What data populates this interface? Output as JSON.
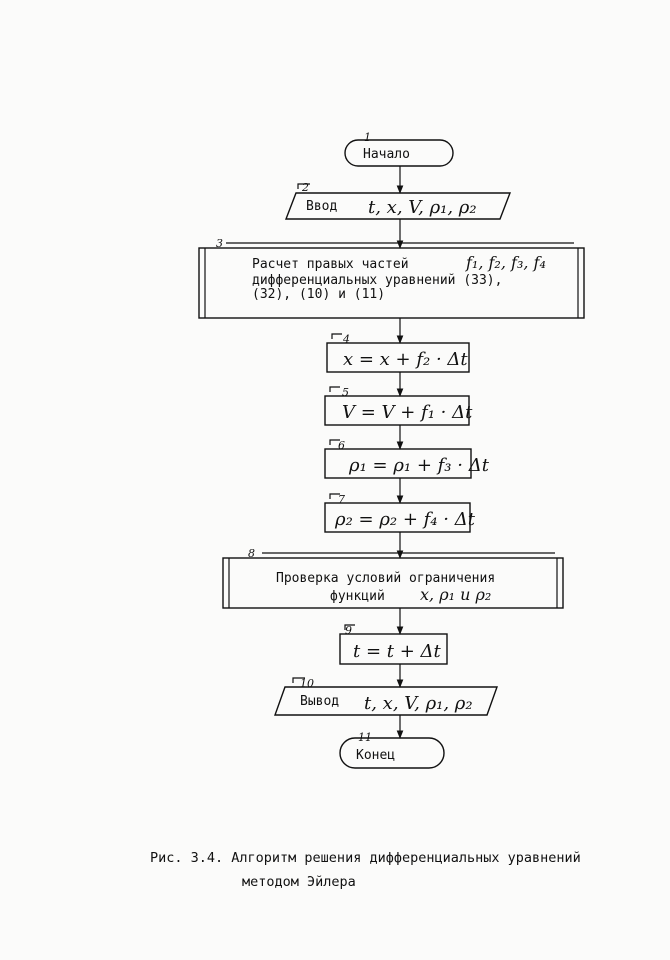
{
  "blocks": [
    {
      "num": "1",
      "text": "Начало"
    },
    {
      "num": "2",
      "label": "Ввод",
      "formula": "t, x, V, ρ₁, ρ₂"
    },
    {
      "num": "3",
      "line1": "Расчет правых частей",
      "formula": "f₁, f₂, f₃, f₄",
      "line2": "дифференциальных уравнений (33),",
      "line3": "(32), (10) и (11)"
    },
    {
      "num": "4",
      "formula": "x = x + f₂ · Δt"
    },
    {
      "num": "5",
      "formula": "V = V + f₁ · Δt"
    },
    {
      "num": "6",
      "formula": "ρ₁ = ρ₁ + f₃ · Δt"
    },
    {
      "num": "7",
      "formula": "ρ₂ = ρ₂ + f₄ · Δt"
    },
    {
      "num": "8",
      "line1": "Проверка условий ограничения",
      "line2": "функций",
      "formula": "x, ρ₁ и ρ₂"
    },
    {
      "num": "9",
      "formula": "t = t + Δt"
    },
    {
      "num": "10",
      "label": "Вывод",
      "formula": "t, x, V, ρ₁, ρ₂"
    },
    {
      "num": "11",
      "text": "Конец"
    }
  ],
  "caption": {
    "line1": "Рис. 3.4. Алгоритм решения дифференциальных уравнений",
    "line2": "методом Эйлера"
  }
}
